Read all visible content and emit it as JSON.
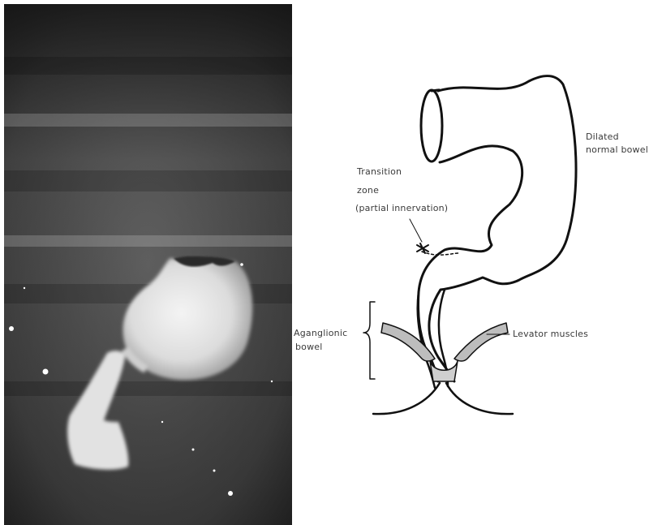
{
  "figure": {
    "panel_left": {
      "kind": "radiograph"
    },
    "panel_right": {
      "kind": "schematic",
      "labels": {
        "dilated_bowel": [
          "Dilated",
          "normal bowel"
        ],
        "transition_zone": [
          "Transition",
          "zone",
          "(partial innervation)"
        ],
        "aganglionic_bowel": [
          "Aganglionic",
          "bowel"
        ],
        "levator_muscles": "Levator muscles"
      }
    }
  }
}
